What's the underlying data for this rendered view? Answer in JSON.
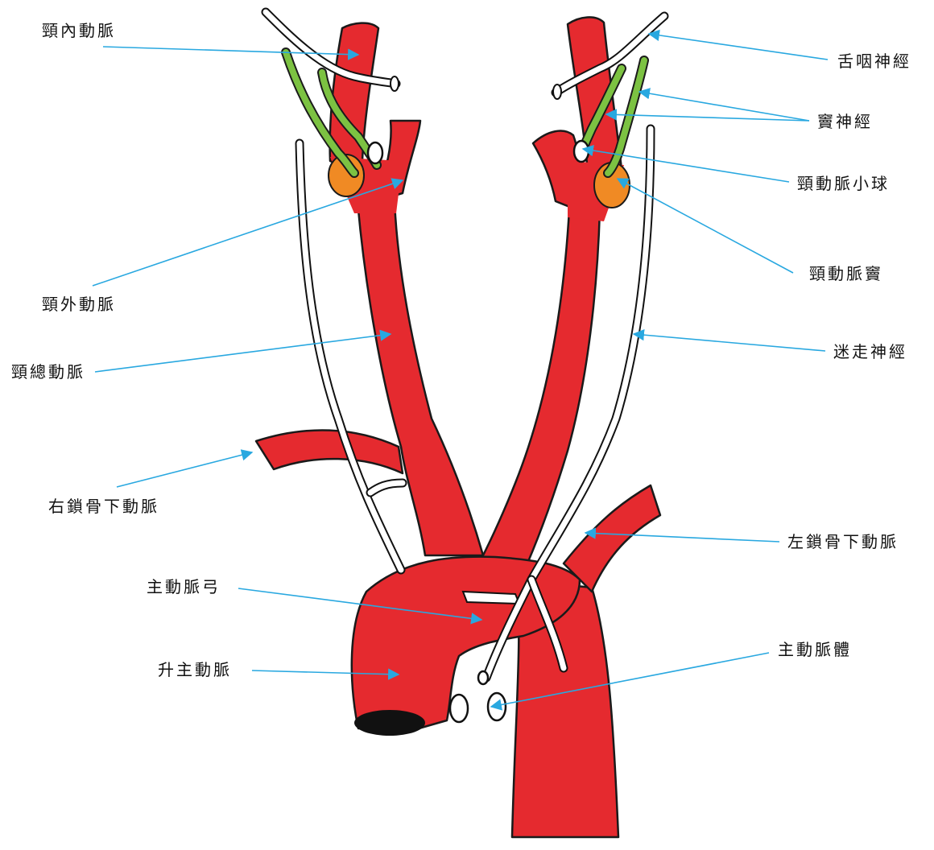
{
  "labels": {
    "internal_carotid": "頸內動脈",
    "glossopharyngeal": "舌咽神經",
    "sinus_nerve": "竇神經",
    "carotid_body": "頸動脈小球",
    "external_carotid": "頸外動脈",
    "carotid_sinus": "頸動脈竇",
    "common_carotid": "頸總動脈",
    "vagus": "迷走神經",
    "right_subclavian": "右鎖骨下動脈",
    "left_subclavian": "左鎖骨下動脈",
    "aortic_arch": "主動脈弓",
    "aortic_body": "主動脈體",
    "ascending_aorta": "升主動脈"
  },
  "colors": {
    "artery": "#e52a2f",
    "nerve_green": "#7cc242",
    "sinus_orange": "#f08a24",
    "leader_line": "#29a8e0"
  }
}
